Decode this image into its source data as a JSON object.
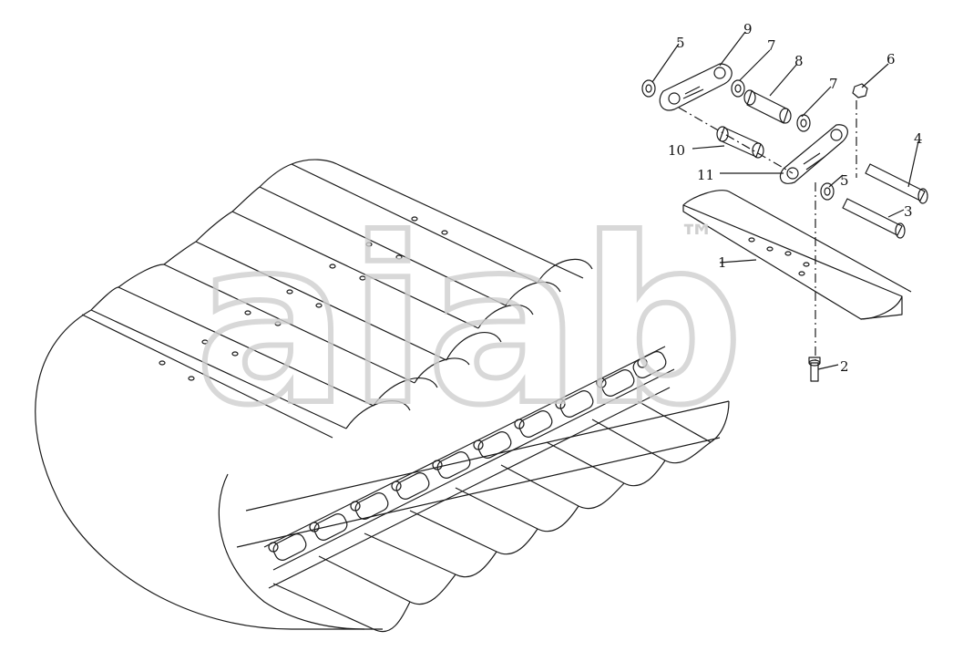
{
  "watermark": {
    "text": "aiab",
    "trademark": "™",
    "color": "#cfcfcf"
  },
  "callouts": [
    {
      "label": "1"
    },
    {
      "label": "2"
    },
    {
      "label": "3"
    },
    {
      "label": "4"
    },
    {
      "label": "5"
    },
    {
      "label": "6"
    },
    {
      "label": "7"
    },
    {
      "label": "7"
    },
    {
      "label": "8"
    },
    {
      "label": "9"
    },
    {
      "label": "10"
    },
    {
      "label": "11"
    },
    {
      "label": "5"
    }
  ],
  "colors": {
    "line": "#1a1a1a",
    "background": "#ffffff"
  }
}
